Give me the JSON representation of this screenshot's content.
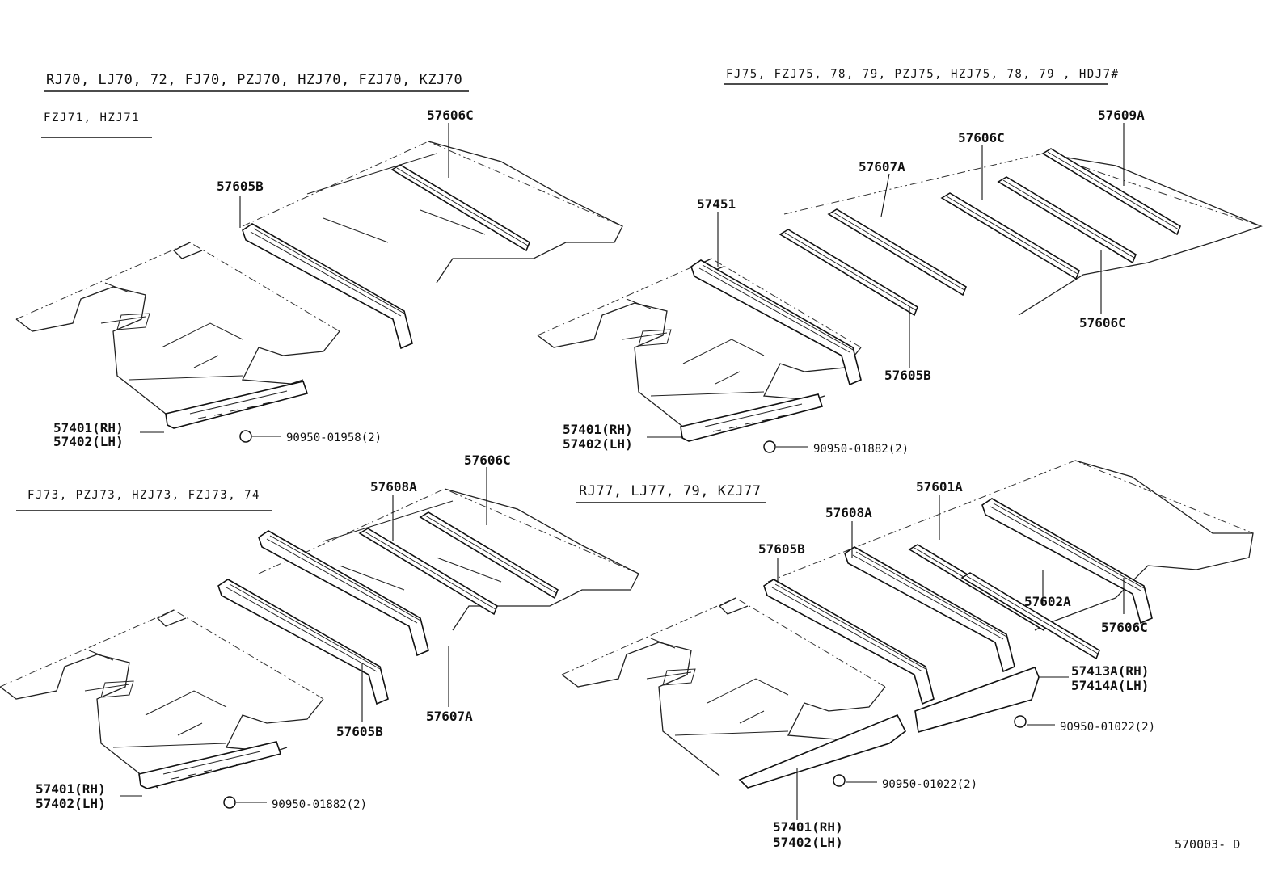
{
  "sections": {
    "top_left": {
      "heading": "RJ70, LJ70, 72, FJ70, PZJ70, HZJ70, FZJ70, KZJ70",
      "subheading": "FZJ71, HZJ71",
      "parts": {
        "p1": "57606C",
        "p2": "57605B"
      },
      "sill": {
        "rh": "57401(RH)",
        "lh": "57402(LH)"
      },
      "bolt": "90950-01958(2)"
    },
    "top_right": {
      "heading": "FJ75, FZJ75, 78, 79, PZJ75, HZJ75, 78, 79 , HDJ7#",
      "parts": {
        "p1": "57609A",
        "p2": "57606C",
        "p3": "57607A",
        "p4": "57451",
        "p5": "57606C",
        "p6": "57605B"
      },
      "sill": {
        "rh": "57401(RH)",
        "lh": "57402(LH)"
      },
      "bolt": "90950-01882(2)"
    },
    "bottom_left": {
      "heading": "FJ73, PZJ73, HZJ73, FZJ73, 74",
      "parts": {
        "p1": "57606C",
        "p2": "57608A",
        "p3": "57605B",
        "p4": "57607A"
      },
      "sill": {
        "rh": "57401(RH)",
        "lh": "57402(LH)"
      },
      "bolt": "90950-01882(2)"
    },
    "bottom_right": {
      "heading": "RJ77, LJ77, 79, KZJ77",
      "parts": {
        "p1": "57601A",
        "p2": "57608A",
        "p3": "57605B",
        "p4": "57602A",
        "p5": "57606C"
      },
      "side": {
        "rh": "57413A(RH)",
        "lh": "57414A(LH)"
      },
      "side_bolt": "90950-01022(2)",
      "sill_bolt": "90950-01022(2)",
      "sill": {
        "rh": "57401(RH)",
        "lh": "57402(LH)"
      }
    }
  },
  "figure_code": "570003- D"
}
